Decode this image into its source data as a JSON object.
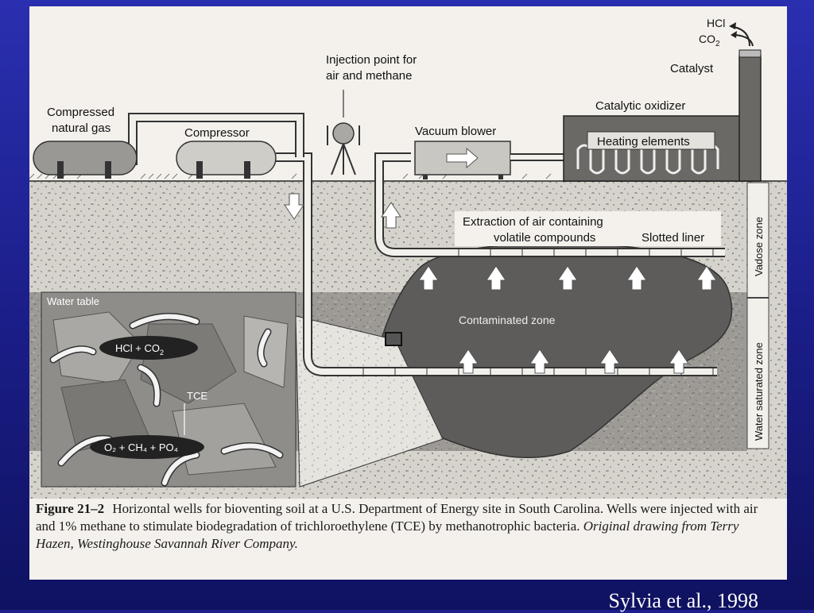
{
  "labels": {
    "compressed_natural_gas_line1": "Compressed",
    "compressed_natural_gas_line2": "natural gas",
    "compressor": "Compressor",
    "injection_point_line1": "Injection point for",
    "injection_point_line2": "air and methane",
    "vacuum_blower": "Vacuum blower",
    "catalytic_oxidizer": "Catalytic oxidizer",
    "heating_elements": "Heating elements",
    "catalyst": "Catalyst",
    "hcl": "HCl",
    "co2": "CO",
    "co2_sub": "2",
    "extraction_line1": "Extraction of air containing",
    "extraction_line2": "volatile compounds",
    "slotted_liner": "Slotted liner",
    "vadose_zone": "Vadose zone",
    "water_saturated_zone": "Water saturated zone",
    "water_table": "Water table",
    "contaminated_zone": "Contaminated zone",
    "hcl_co2_bubble": "HCl + CO",
    "hcl_co2_bubble_sub": "2",
    "tce": "TCE",
    "o2_ch4_po4": "O₂ + CH₄ + PO₄"
  },
  "caption": {
    "figure_number": "Figure 21–2",
    "text": "Horizontal wells for bioventing soil at a U.S. Department of Energy site in South Carolina. Wells were injected with air and 1% methane to stimulate biodegradation of trichloroethylene (TCE) by methanotrophic bacteria.",
    "attribution": "Original drawing from Terry Hazen, Westinghouse Savannah River Company."
  },
  "credit": "Sylvia et al., 1998"
}
